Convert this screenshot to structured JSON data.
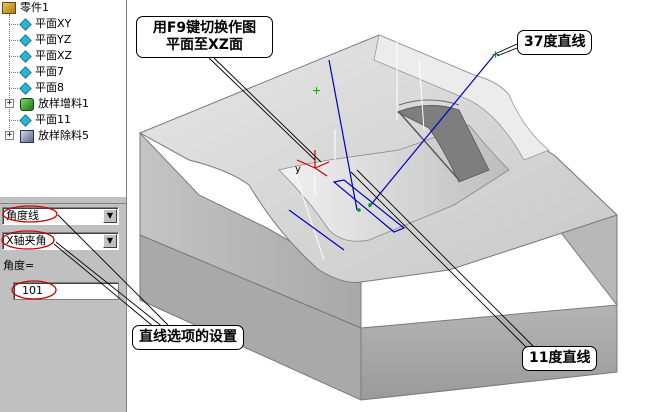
{
  "tree": {
    "root": "零件1",
    "items": [
      {
        "label": "平面XY",
        "icon": "plane-icon"
      },
      {
        "label": "平面YZ",
        "icon": "plane-icon"
      },
      {
        "label": "平面XZ",
        "icon": "plane-icon"
      },
      {
        "label": "平面7",
        "icon": "plane-icon"
      },
      {
        "label": "平面8",
        "icon": "plane-icon"
      },
      {
        "label": "放样增料1",
        "icon": "loft-add-icon"
      },
      {
        "label": "平面11",
        "icon": "plane-icon"
      },
      {
        "label": "放样除料5",
        "icon": "loft-cut-icon"
      }
    ]
  },
  "props": {
    "line_type": "角度线",
    "angle_ref": "X轴夹角",
    "angle_label": "角度=",
    "angle_value": "101"
  },
  "callouts": {
    "f9": "用F9键切换作图\n平面至XZ面",
    "deg37": "37度直线",
    "settings": "直线选项的设置",
    "deg11": "11度直线"
  },
  "axis_labels": {
    "y": "y"
  },
  "colors": {
    "accent_red": "#d00000",
    "line_blue": "#0000c8",
    "point_green": "#00a000"
  }
}
